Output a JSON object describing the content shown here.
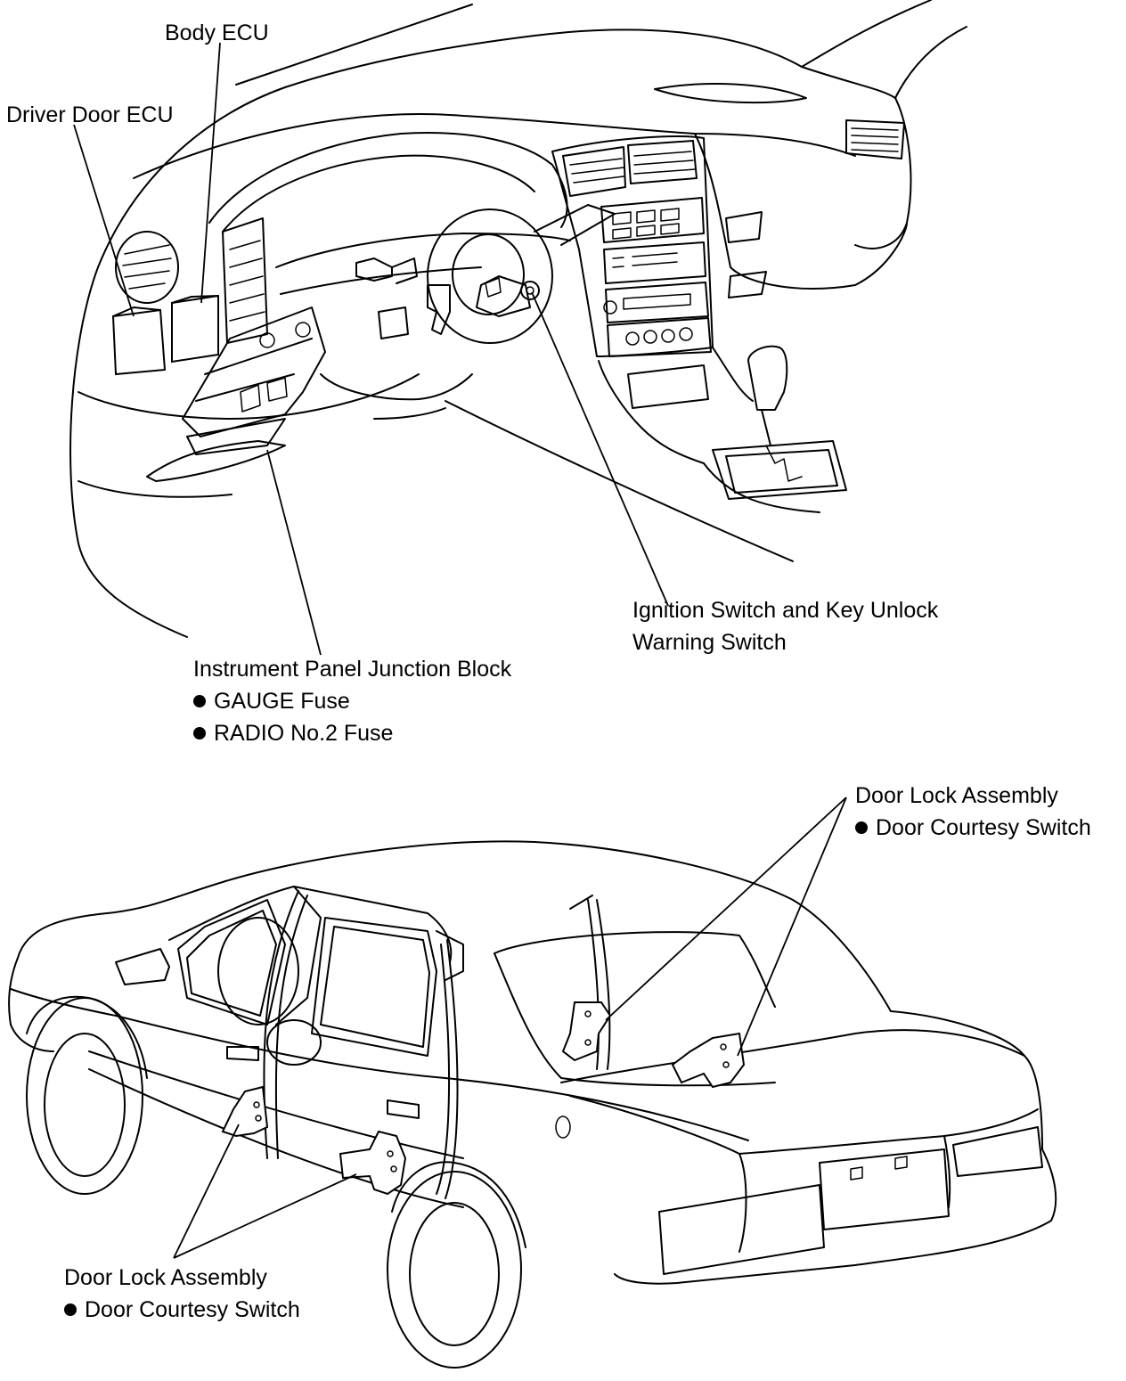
{
  "dashboard": {
    "labels": {
      "body_ecu": "Body ECU",
      "driver_door_ecu": "Driver Door ECU",
      "ignition_line1": "Ignition Switch and Key Unlock",
      "ignition_line2": "Warning Switch",
      "junction_block": "Instrument Panel Junction Block",
      "gauge_fuse": "GAUGE Fuse",
      "radio_fuse": "RADIO No.2 Fuse"
    }
  },
  "vehicle": {
    "labels": {
      "door_lock_right_title": "Door Lock Assembly",
      "door_lock_right_item": "Door Courtesy Switch",
      "door_lock_left_title": "Door Lock Assembly",
      "door_lock_left_item": "Door Courtesy Switch"
    }
  }
}
